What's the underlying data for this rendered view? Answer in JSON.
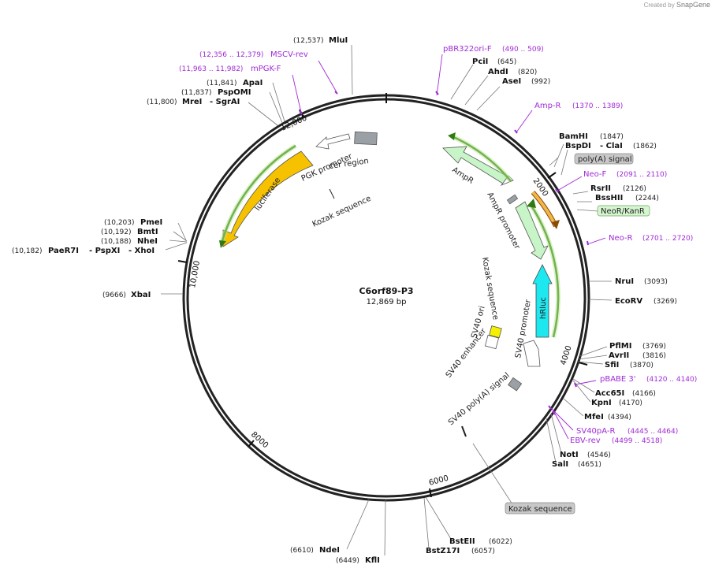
{
  "app": {
    "credit_prefix": "Created by",
    "credit_brand": "SnapGene"
  },
  "plasmid": {
    "name": "C6orf89-P3",
    "length_label": "12,869 bp"
  },
  "ticks": [
    "2000",
    "4000",
    "6000",
    "8000",
    "10,000",
    "12,000"
  ],
  "sites": {
    "mlui": {
      "name": "MluI",
      "pos": "(12,537)"
    },
    "pcii": {
      "name": "PciI",
      "pos": "(645)"
    },
    "ahdi": {
      "name": "AhdI",
      "pos": "(820)"
    },
    "asei": {
      "name": "AseI",
      "pos": "(992)"
    },
    "bamhi": {
      "name": "BamHI",
      "pos": "(1847)"
    },
    "bspdi": {
      "name": "BspDI",
      "pos": "(1862)",
      "alt": "ClaI"
    },
    "rsrii": {
      "name": "RsrII",
      "pos": "(2126)"
    },
    "bsshii": {
      "name": "BssHII",
      "pos": "(2244)"
    },
    "nrui": {
      "name": "NruI",
      "pos": "(3093)"
    },
    "ecorv": {
      "name": "EcoRV",
      "pos": "(3269)"
    },
    "pflmi": {
      "name": "PflMI",
      "pos": "(3769)"
    },
    "avrii": {
      "name": "AvrII",
      "pos": "(3816)"
    },
    "sfii": {
      "name": "SfiI",
      "pos": "(3870)"
    },
    "acc65i": {
      "name": "Acc65I",
      "pos": "(4166)"
    },
    "kpni": {
      "name": "KpnI",
      "pos": "(4170)"
    },
    "mfei": {
      "name": "MfeI",
      "pos": "(4394)"
    },
    "noti": {
      "name": "NotI",
      "pos": "(4546)"
    },
    "sali": {
      "name": "SalI",
      "pos": "(4651)"
    },
    "bsteii": {
      "name": "BstEII",
      "pos": "(6022)"
    },
    "bstz17i": {
      "name": "BstZ17I",
      "pos": "(6057)"
    },
    "kfli": {
      "name": "KflI",
      "pos": "(6449)"
    },
    "ndei": {
      "name": "NdeI",
      "pos": "(6610)"
    },
    "xbai": {
      "name": "XbaI",
      "pos": "(9666)"
    },
    "pmei": {
      "name": "PmeI",
      "pos": "(10,203)"
    },
    "bmti": {
      "name": "BmtI",
      "pos": "(10,192)"
    },
    "nhei": {
      "name": "NheI",
      "pos": "(10,188)"
    },
    "paer7i": {
      "name": "PaeR7I",
      "pos": "(10,182)",
      "alt1": "PspXI",
      "alt2": "XhoI"
    },
    "apai": {
      "name": "ApaI",
      "pos": "(11,841)"
    },
    "pspomi": {
      "name": "PspOMI",
      "pos": "(11,837)"
    },
    "mrei": {
      "name": "MreI",
      "pos": "(11,800)",
      "alt": "SgrAI"
    }
  },
  "primers": {
    "pbr322": {
      "name": "pBR322ori-F",
      "range": "(490 .. 509)"
    },
    "ampr": {
      "name": "Amp-R",
      "range": "(1370 .. 1389)"
    },
    "neof": {
      "name": "Neo-F",
      "range": "(2091 .. 2110)"
    },
    "neor": {
      "name": "Neo-R",
      "range": "(2701 .. 2720)"
    },
    "pbabe": {
      "name": "pBABE 3'",
      "range": "(4120 .. 4140)"
    },
    "sv40pa": {
      "name": "SV40pA-R",
      "range": "(4445 .. 4464)"
    },
    "ebv": {
      "name": "EBV-rev",
      "range": "(4499 .. 4518)"
    },
    "mscv": {
      "name": "MSCV-rev",
      "range": "(12,356 .. 12,379)"
    },
    "mpgk": {
      "name": "mPGK-F",
      "range": "(11,963 .. 11,982)"
    }
  },
  "features": {
    "polya_signal_box": "poly(A) signal",
    "neor_kanr_box": "NeoR/KanR",
    "kozak_box": "Kozak sequence",
    "ampr": "AmpR",
    "ampr_promoter": "AmpR promoter",
    "hrluc": "hRluc",
    "sv40_promoter": "SV40 promoter",
    "kozak_inner": "Kozak sequence",
    "sv40_ori": "SV40 ori",
    "sv40_enhancer": "SV40 enhancer",
    "sv40_polya": "SV40 poly(A) signal",
    "luciferase": "luciferase",
    "pgk_promoter": "PGK promoter",
    "cer_region": "cer region",
    "kozak_left": "Kozak sequence"
  },
  "colors": {
    "backbone": "#222222",
    "ampr_fill": "#c8f5c8",
    "hrluc_fill": "#1ee8ef",
    "luciferase_fill": "#f6c200",
    "neor_fill": "#f2b64a",
    "primer": "#a02ad6",
    "green_primer": "#4aa01c",
    "ori_yellow": "#f4f000",
    "grey_feature": "#9aa0a6"
  }
}
